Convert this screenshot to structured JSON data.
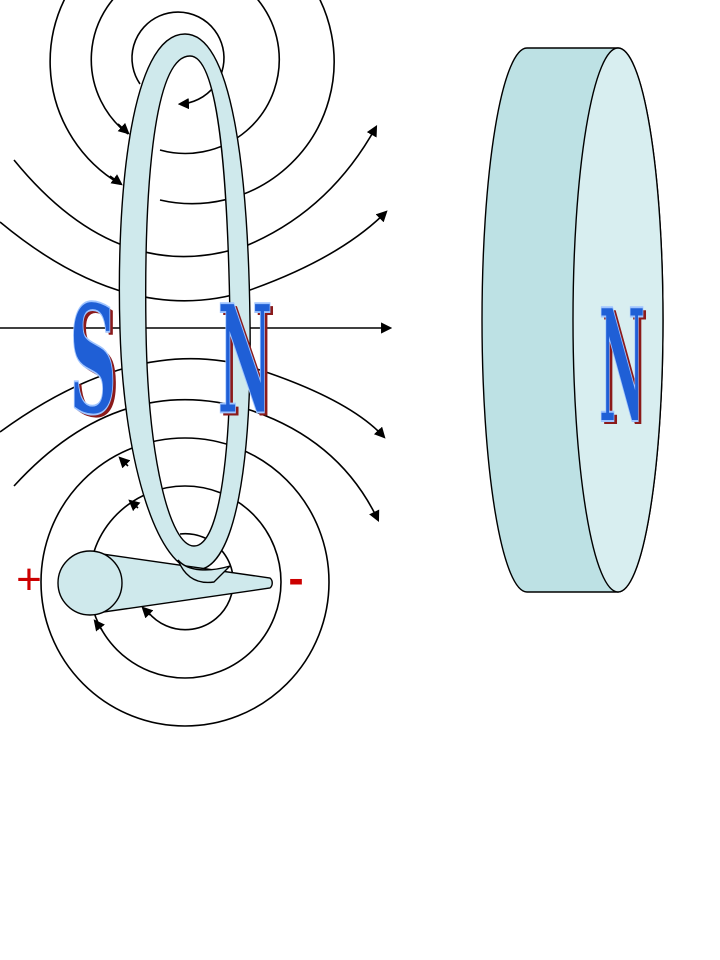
{
  "loop": {
    "pole_left": "S",
    "pole_right": "N"
  },
  "terminals": {
    "positive": "+",
    "negative": "-"
  },
  "magnet": {
    "pole": "N"
  },
  "colors": {
    "loop_fill": "#cfe9ec",
    "magnet_side": "#bde1e4",
    "magnet_face": "#d8eef0",
    "letter_blue": "#1f5fd6",
    "letter_dark_red": "#8b1a1a",
    "terminal_red": "#cc0000",
    "line": "#000000"
  }
}
